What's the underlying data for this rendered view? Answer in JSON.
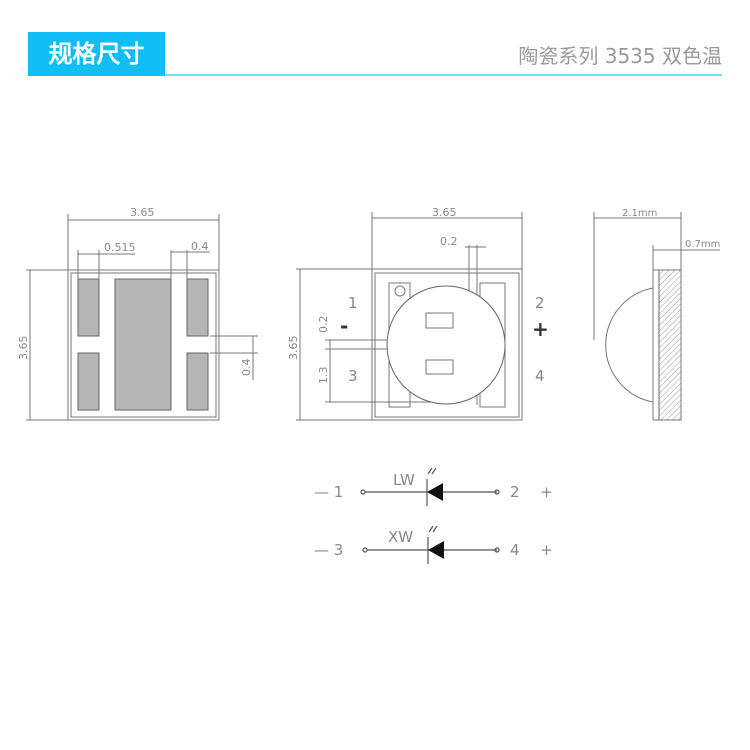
{
  "header": {
    "title": "规格尺寸",
    "subtitle": "陶瓷系列 3535 双色温"
  },
  "colors": {
    "accent": "#12bdf5",
    "underline": "#7fd8f7"
  },
  "bottom_view": {
    "width": "3.65",
    "height": "3.65",
    "pad_width": "0.515",
    "pad_gap": "0.4",
    "pad_spacing": "0.4"
  },
  "top_view": {
    "width": "3.65",
    "height": "3.65",
    "gap_x": "0.2",
    "gap_y": "0.2",
    "pad_height": "1.3",
    "pins": {
      "p1": "1",
      "p2": "2",
      "p3": "3",
      "p4": "4",
      "minus": "-",
      "plus": "+"
    }
  },
  "side_view": {
    "total": "2.1mm",
    "substrate": "0.7mm"
  },
  "circuit": [
    {
      "label": "LW",
      "neg": "— 1",
      "pos": "2 +"
    },
    {
      "label": "XW",
      "neg": "— 3",
      "pos": "4 +"
    }
  ]
}
